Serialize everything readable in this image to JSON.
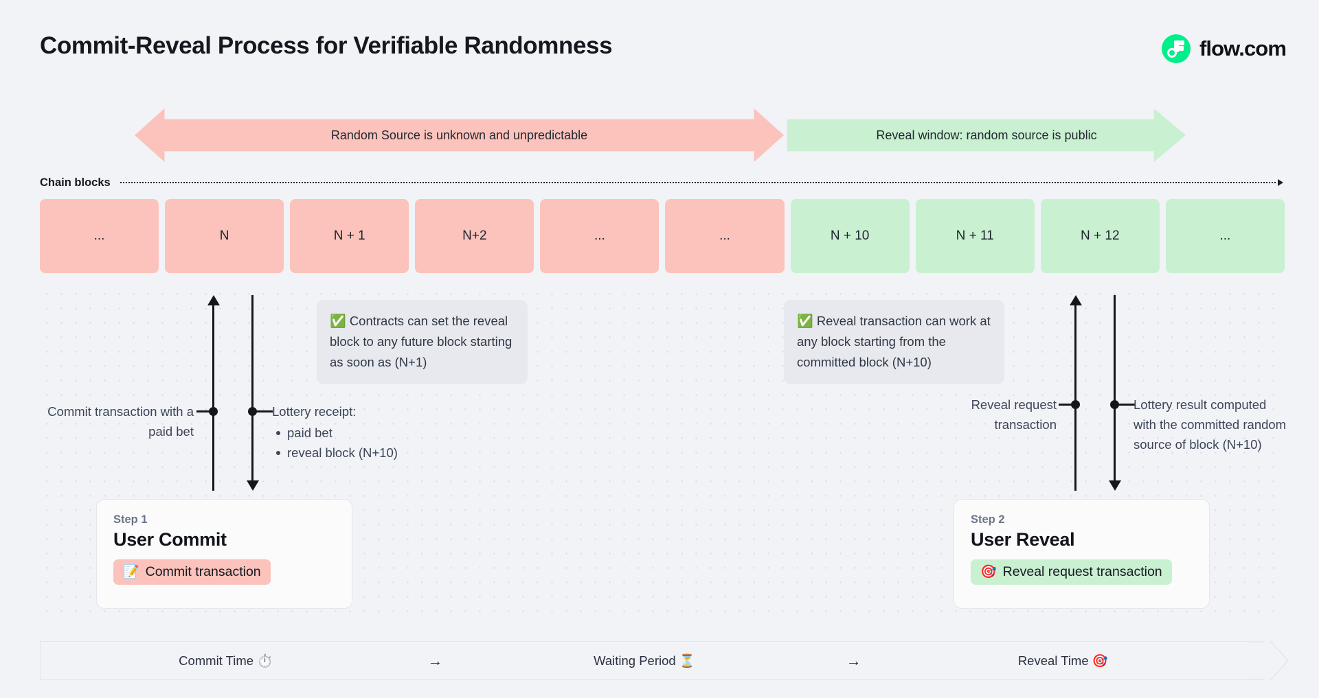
{
  "header": {
    "title": "Commit-Reveal Process for Verifiable Randomness",
    "brand_name": "flow.com",
    "brand_icon": "flow-logo-icon",
    "brand_color": "#00ef8b"
  },
  "phases": [
    {
      "id": "unknown",
      "label": "Random Source is unknown and unpredictable",
      "color": "#fbc3bb",
      "arrow": "double"
    },
    {
      "id": "reveal",
      "label": "Reveal window: random source is public",
      "color": "#c9f0d1",
      "arrow": "right"
    }
  ],
  "chain": {
    "label": "Chain blocks",
    "blocks": [
      {
        "label": "...",
        "state": "pre"
      },
      {
        "label": "N",
        "state": "pre"
      },
      {
        "label": "N + 1",
        "state": "pre"
      },
      {
        "label": "N+2",
        "state": "pre"
      },
      {
        "label": "...",
        "state": "pre"
      },
      {
        "label": "...",
        "state": "pre"
      },
      {
        "label": "N + 10",
        "state": "post"
      },
      {
        "label": "N + 11",
        "state": "post"
      },
      {
        "label": "N + 12",
        "state": "post"
      },
      {
        "label": "...",
        "state": "post"
      }
    ],
    "pre_color": "#fbc3bb",
    "post_color": "#c9f0d1"
  },
  "callouts": [
    {
      "id": "commit",
      "icon": "check-mark-button-emoji",
      "emoji": "✅",
      "text": "Contracts can set the reveal block to any future block starting as soon as (N+1)"
    },
    {
      "id": "reveal",
      "icon": "check-mark-button-emoji",
      "emoji": "✅",
      "text": "Reveal transaction can work at any block starting from the committed block (N+10)"
    }
  ],
  "annotations": {
    "commit_tx": "Commit transaction with a paid bet",
    "lottery_receipt_title": "Lottery receipt:",
    "lottery_receipt_items": [
      "paid bet",
      "reveal block (N+10)"
    ],
    "reveal_request": "Reveal request transaction",
    "lottery_result": "Lottery result computed with the committed random source of block (N+10)"
  },
  "steps": [
    {
      "eyebrow": "Step 1",
      "title": "User Commit",
      "pill_label": "Commit transaction",
      "pill_emoji": "📝",
      "pill_icon": "memo-emoji",
      "pill_color": "#fbc3bb"
    },
    {
      "eyebrow": "Step 2",
      "title": "User Reveal",
      "pill_label": "Reveal request transaction",
      "pill_emoji": "🎯",
      "pill_icon": "direct-hit-emoji",
      "pill_color": "#c9f0d1"
    }
  ],
  "bottom_bar": {
    "segments": [
      {
        "label": "Commit Time",
        "emoji": "⏱️",
        "icon": "stopwatch-emoji"
      },
      {
        "label": "Waiting Period",
        "emoji": "⏳",
        "icon": "hourglass-emoji"
      },
      {
        "label": "Reveal Time",
        "emoji": "🎯",
        "icon": "direct-hit-emoji"
      }
    ],
    "separator": "→"
  }
}
